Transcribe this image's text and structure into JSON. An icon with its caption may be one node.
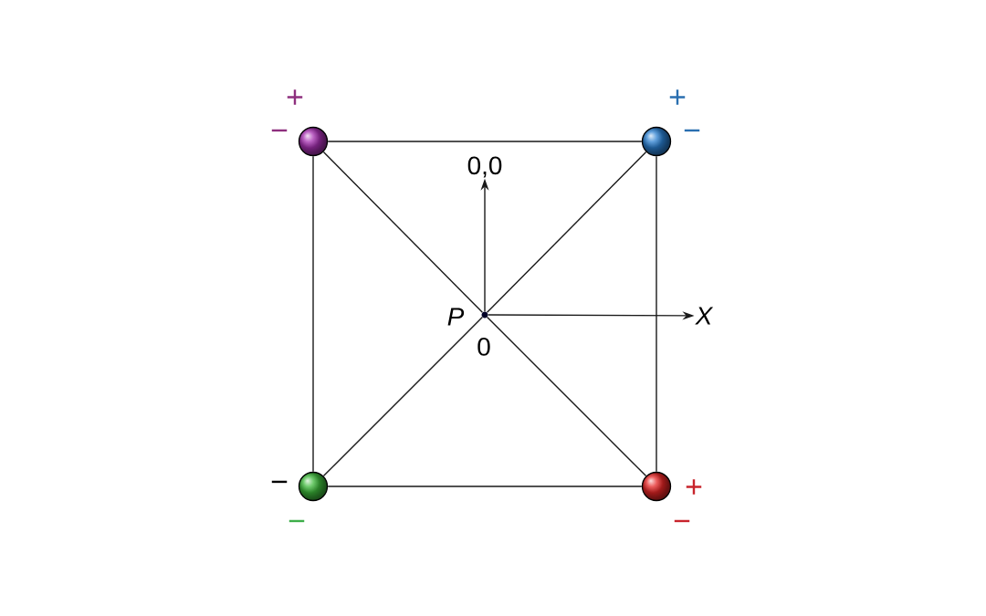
{
  "diagram": {
    "nodes": [
      {
        "text": [],
        "shape": "circle"
      },
      {
        "text": [],
        "shape": "circle"
      },
      {
        "text": [
          "0,0"
        ]
      },
      {
        "text": [],
        "shape": "circle",
        "beside": [
          "P",
          "0"
        ]
      },
      {
        "text": [
          "X"
        ]
      },
      {
        "text": [],
        "shape": "circle"
      },
      {
        "text": [],
        "shape": "circle"
      }
    ],
    "edges": [
      {
        "from": 0,
        "to": 1,
        "arrow": "none"
      },
      {
        "from": 1,
        "to": 6,
        "arrow": "none"
      },
      {
        "from": 6,
        "to": 5,
        "arrow": "none"
      },
      {
        "from": 5,
        "to": 0,
        "arrow": "none"
      },
      {
        "from": 0,
        "to": 3,
        "arrow": "none"
      },
      {
        "from": 1,
        "to": 3,
        "arrow": "none"
      },
      {
        "from": 5,
        "to": 3,
        "arrow": "none"
      },
      {
        "from": 6,
        "to": 3,
        "arrow": "none"
      },
      {
        "from": 3,
        "to": 2,
        "arrow": "to"
      },
      {
        "from": 3,
        "to": 4,
        "arrow": "to"
      }
    ],
    "labels": [
      "+",
      "+",
      "−",
      "−",
      "−",
      "+",
      "−",
      "−"
    ]
  }
}
